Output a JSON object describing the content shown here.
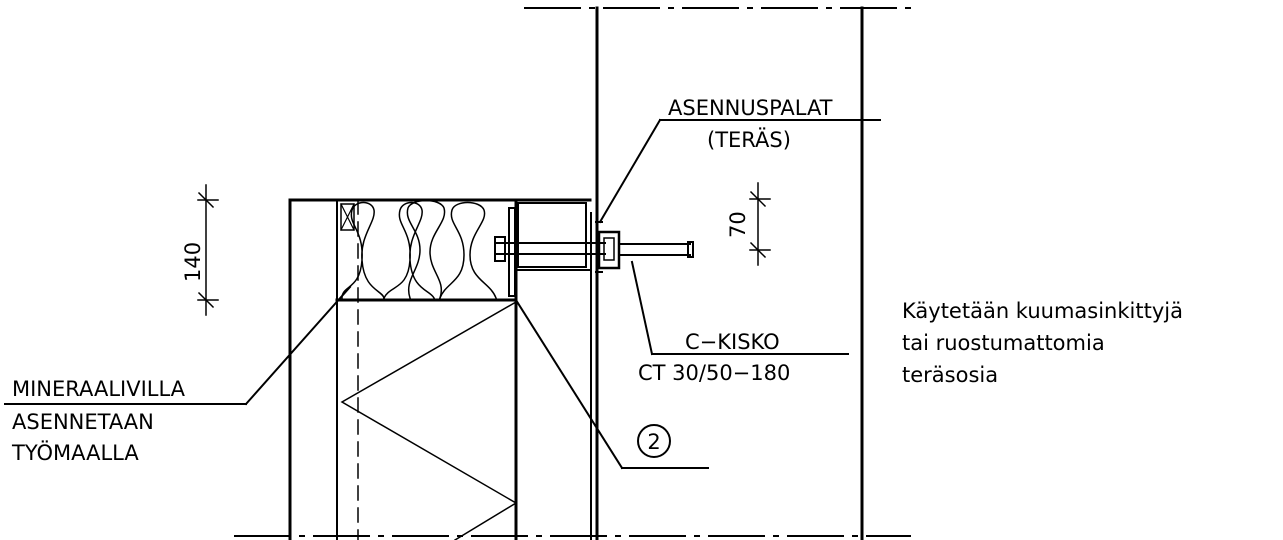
{
  "labels": {
    "asennuspalat": "ASENNUSPALAT",
    "teras": "(TERÄS)",
    "dim_70": "70",
    "dim_140": "140",
    "c_kisko": "C−KISKO",
    "ct_spec": "CT  30/50−180",
    "note_line1": "Käytetään  kuumasinkittyjä",
    "note_line2": "tai  ruostumattomia",
    "note_line3": "teräsosia",
    "mineraalivilla": "MINERAALIVILLA",
    "asennetaan": "ASENNETAAN",
    "tyomaalla": "TYÖMAALLA",
    "detail_ref": "2"
  },
  "colors": {
    "line": "#000000",
    "background": "#ffffff"
  }
}
